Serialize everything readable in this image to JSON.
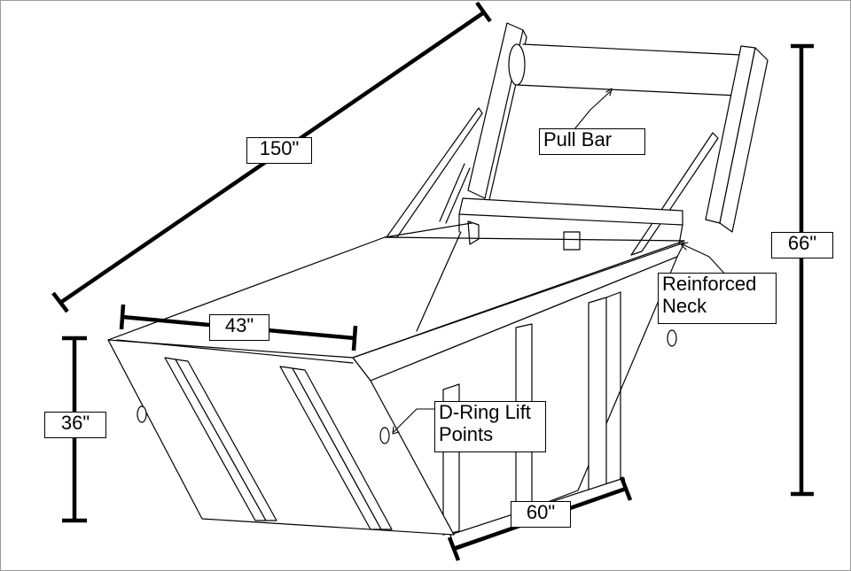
{
  "dimensions": {
    "length": "150\"",
    "height_overall": "66\"",
    "height_front": "36\"",
    "width_front": "43\"",
    "width_bottom": "60\""
  },
  "callouts": {
    "pull_bar": "Pull Bar",
    "neck_line1": "Reinforced",
    "neck_line2": "Neck",
    "dring_line1": "D-Ring Lift",
    "dring_line2": "Points"
  }
}
